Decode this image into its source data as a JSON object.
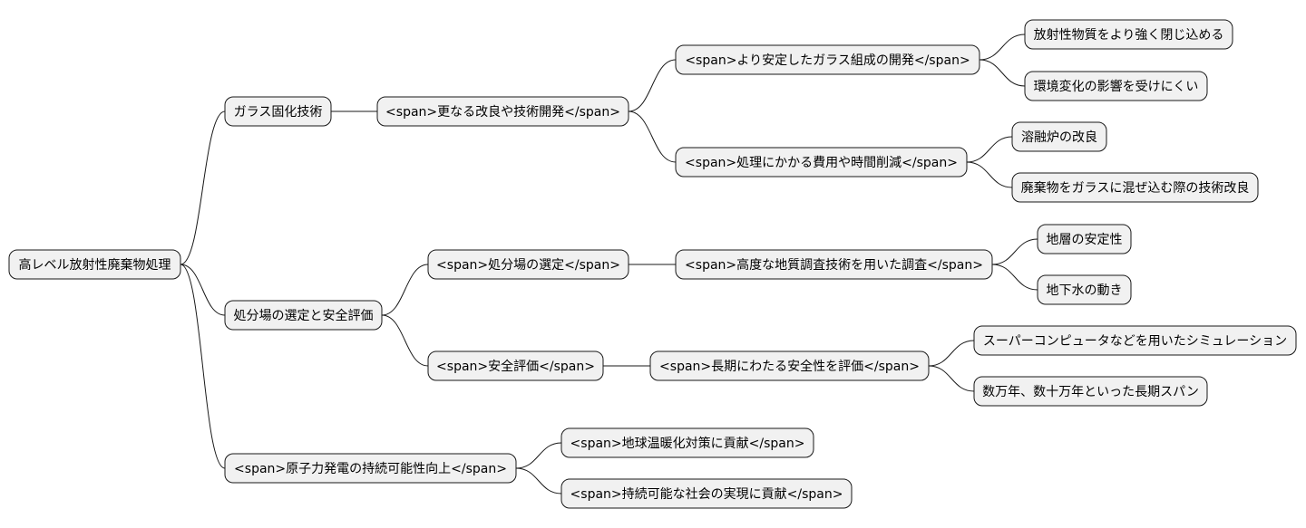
{
  "mindmap": {
    "root": {
      "id": "root",
      "label": "高レベル放射性廃棄物処理"
    },
    "nodes": [
      {
        "id": "n1",
        "parent": "root",
        "label": "ガラス固化技術"
      },
      {
        "id": "n1a",
        "parent": "n1",
        "label": "<span>更なる改良や技術開発</span>"
      },
      {
        "id": "n1a1",
        "parent": "n1a",
        "label": "<span>より安定したガラス組成の開発</span>"
      },
      {
        "id": "n1a1a",
        "parent": "n1a1",
        "label": "放射性物質をより強く閉じ込める"
      },
      {
        "id": "n1a1b",
        "parent": "n1a1",
        "label": "環境変化の影響を受けにくい"
      },
      {
        "id": "n1a2",
        "parent": "n1a",
        "label": "<span>処理にかかる費用や時間削減</span>"
      },
      {
        "id": "n1a2a",
        "parent": "n1a2",
        "label": "溶融炉の改良"
      },
      {
        "id": "n1a2b",
        "parent": "n1a2",
        "label": "廃棄物をガラスに混ぜ込む際の技術改良"
      },
      {
        "id": "n2",
        "parent": "root",
        "label": "処分場の選定と安全評価"
      },
      {
        "id": "n2a",
        "parent": "n2",
        "label": "<span>処分場の選定</span>"
      },
      {
        "id": "n2a1",
        "parent": "n2a",
        "label": "<span>高度な地質調査技術を用いた調査</span>"
      },
      {
        "id": "n2a1a",
        "parent": "n2a1",
        "label": "地層の安定性"
      },
      {
        "id": "n2a1b",
        "parent": "n2a1",
        "label": "地下水の動き"
      },
      {
        "id": "n2b",
        "parent": "n2",
        "label": "<span>安全評価</span>"
      },
      {
        "id": "n2b1",
        "parent": "n2b",
        "label": "<span>長期にわたる安全性を評価</span>"
      },
      {
        "id": "n2b1a",
        "parent": "n2b1",
        "label": "スーパーコンピュータなどを用いたシミュレーション"
      },
      {
        "id": "n2b1b",
        "parent": "n2b1",
        "label": "数万年、数十万年といった長期スパン"
      },
      {
        "id": "n3",
        "parent": "root",
        "label": "<span>原子力発電の持続可能性向上</span>"
      },
      {
        "id": "n3a",
        "parent": "n3",
        "label": "<span>地球温暖化対策に貢献</span>"
      },
      {
        "id": "n3b",
        "parent": "n3",
        "label": "<span>持続可能な社会の実現に貢献</span>"
      }
    ]
  },
  "colors": {
    "node_fill": "#f1f1f1",
    "node_stroke": "#181818",
    "edge": "#181818",
    "background": "#ffffff"
  }
}
